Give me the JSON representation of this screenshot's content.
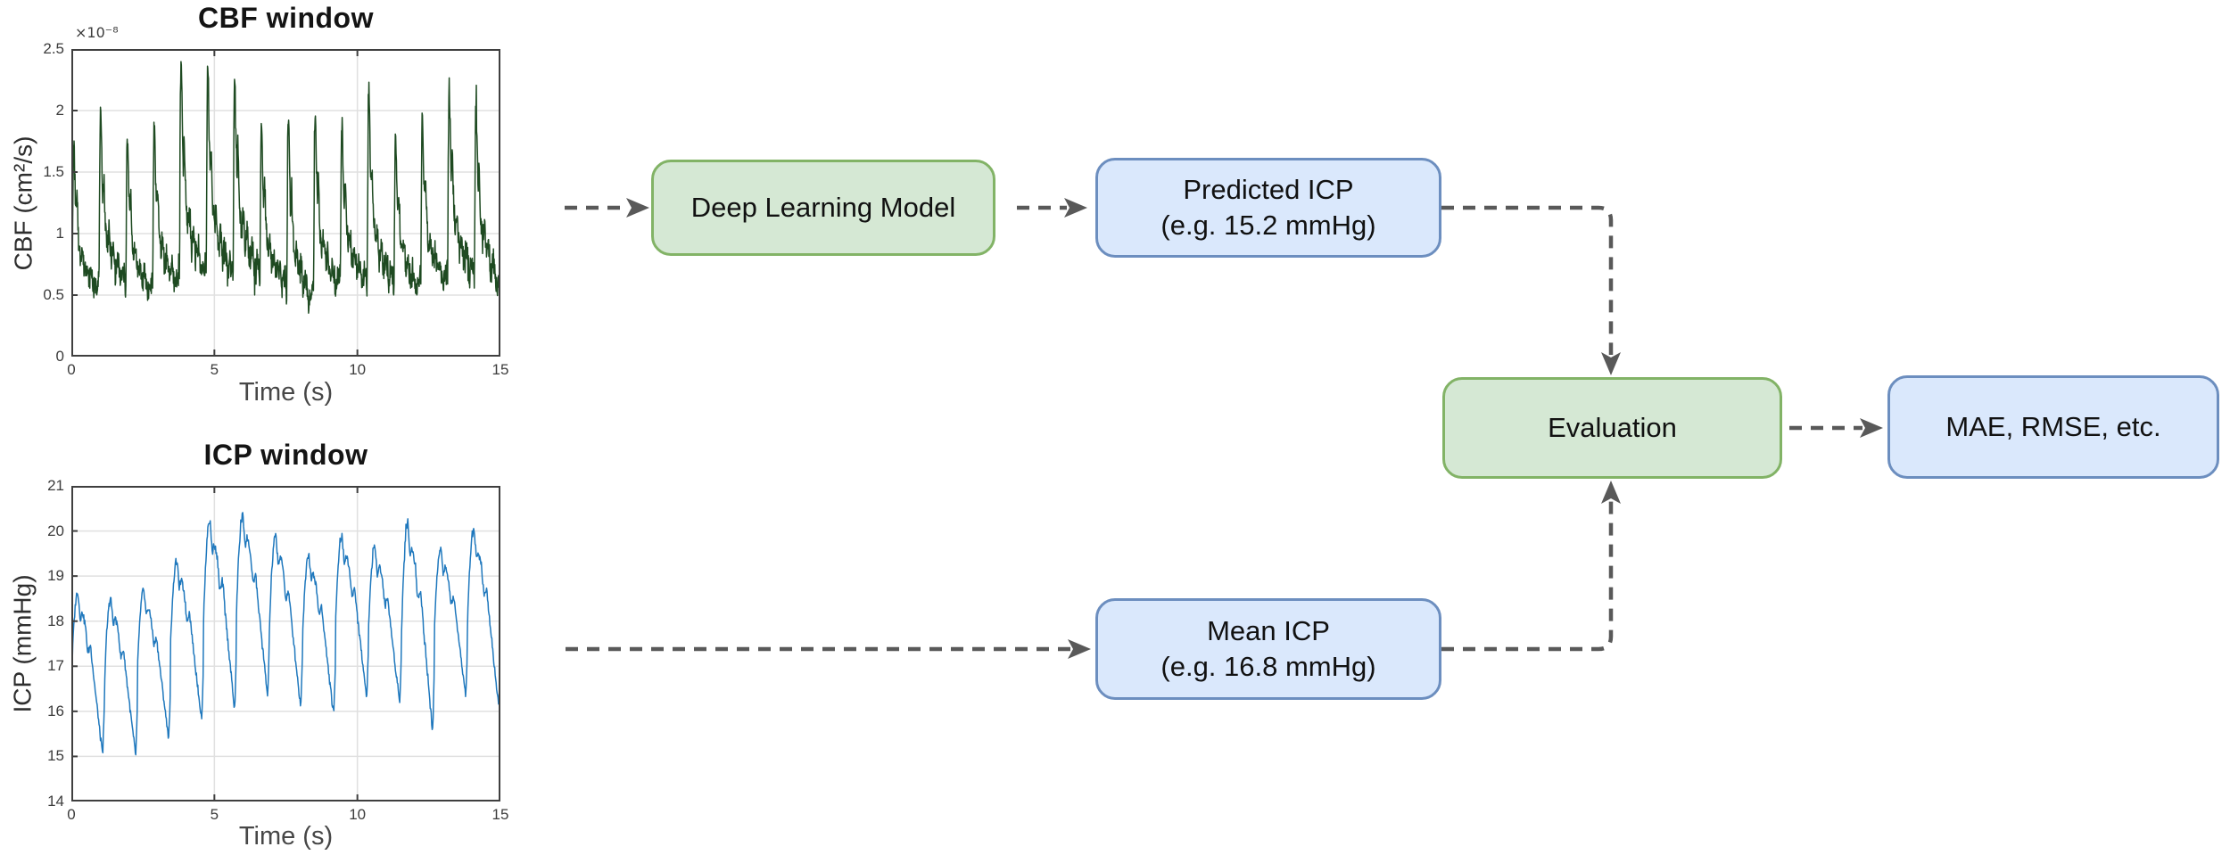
{
  "page": {
    "background": "#ffffff"
  },
  "chart_data": [
    {
      "type": "line",
      "title": "CBF window",
      "xlabel": "Time (s)",
      "ylabel": "CBF (cm²/s)",
      "y_multiplier": "×10⁻⁸",
      "xlim": [
        0,
        15
      ],
      "ylim": [
        0,
        2.5
      ],
      "xticks": [
        "0",
        "5",
        "10",
        "15"
      ],
      "yticks": [
        "2.5",
        "2",
        "1.5",
        "1",
        "0.5",
        "0"
      ],
      "grid": true,
      "line_color": "#1e4a21",
      "beats": {
        "period_s": 0.9375,
        "peaks": [
          1.72,
          1.95,
          1.76,
          1.85,
          2.37,
          2.32,
          2.3,
          1.86,
          1.92,
          1.97,
          1.9,
          2.12,
          1.78,
          1.92,
          2.22,
          2.1
        ],
        "troughs": [
          0.38,
          0.42,
          0.34,
          0.4,
          0.44,
          0.46,
          0.42,
          0.38,
          0.26,
          0.36,
          0.42,
          0.4,
          0.36,
          0.42,
          0.4,
          0.38
        ]
      },
      "pulse_shape": [
        [
          0,
          0.18
        ],
        [
          0.03,
          0.1
        ],
        [
          0.07,
          0.95
        ],
        [
          0.1,
          1
        ],
        [
          0.13,
          0.78
        ],
        [
          0.17,
          0.58
        ],
        [
          0.21,
          0.68
        ],
        [
          0.27,
          0.42
        ],
        [
          0.33,
          0.32
        ],
        [
          0.4,
          0.38
        ],
        [
          0.48,
          0.24
        ],
        [
          0.56,
          0.3
        ],
        [
          0.64,
          0.18
        ],
        [
          0.74,
          0.24
        ],
        [
          0.84,
          0.12
        ],
        [
          0.92,
          0.16
        ],
        [
          1,
          0.18
        ]
      ],
      "noise": 0.09,
      "samples": 1300,
      "seed": 7
    },
    {
      "type": "line",
      "title": "ICP window",
      "xlabel": "Time (s)",
      "ylabel": "ICP (mmHg)",
      "y_multiplier": "",
      "xlim": [
        0,
        15
      ],
      "ylim": [
        14,
        21
      ],
      "xticks": [
        "0",
        "5",
        "10",
        "15"
      ],
      "yticks": [
        "21",
        "20",
        "19",
        "18",
        "17",
        "16",
        "15",
        "14"
      ],
      "grid": true,
      "line_color": "#1f78bd",
      "beats": {
        "period_s": 1.1538,
        "peaks": [
          18.65,
          18.5,
          18.7,
          19.35,
          20.25,
          20.35,
          19.9,
          19.5,
          19.9,
          19.65,
          20.2,
          19.6,
          20.05
        ],
        "troughs": [
          15.0,
          15.0,
          15.4,
          15.8,
          16.0,
          16.3,
          16.1,
          15.9,
          16.3,
          16.2,
          15.55,
          16.35,
          16.1
        ]
      },
      "pulse_shape": [
        [
          0,
          0.45
        ],
        [
          0.06,
          0.75
        ],
        [
          0.14,
          0.97
        ],
        [
          0.2,
          1
        ],
        [
          0.27,
          0.83
        ],
        [
          0.33,
          0.88
        ],
        [
          0.42,
          0.8
        ],
        [
          0.5,
          0.62
        ],
        [
          0.58,
          0.68
        ],
        [
          0.68,
          0.48
        ],
        [
          0.78,
          0.3
        ],
        [
          0.88,
          0.12
        ],
        [
          0.95,
          0
        ],
        [
          1,
          0.3
        ]
      ],
      "noise": 0.03,
      "samples": 900,
      "seed": 3
    }
  ],
  "flow": {
    "arrow_color": "#595959",
    "model_box": {
      "label": "Deep Learning Model",
      "fill": "#d5e8d4",
      "border": "#82b366"
    },
    "predicted_box": {
      "line1": "Predicted ICP",
      "line2": "(e.g. 15.2 mmHg)",
      "fill": "#dae8fc",
      "border": "#6c8ebf"
    },
    "evaluation_box": {
      "label": "Evaluation",
      "fill": "#d5e8d4",
      "border": "#82b366"
    },
    "metrics_box": {
      "label": "MAE, RMSE, etc.",
      "fill": "#dae8fc",
      "border": "#6c8ebf"
    },
    "mean_box": {
      "line1": "Mean ICP",
      "line2": "(e.g. 16.8 mmHg)",
      "fill": "#dae8fc",
      "border": "#6c8ebf"
    }
  }
}
